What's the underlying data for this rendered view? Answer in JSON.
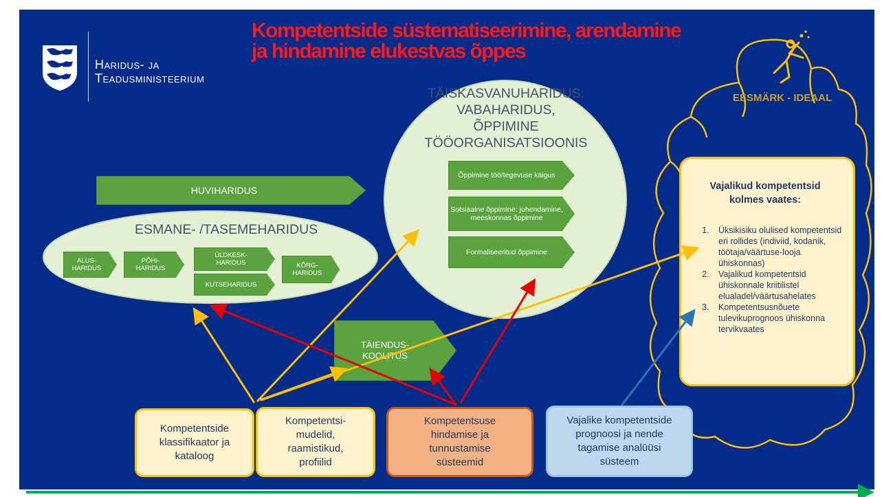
{
  "header": {
    "ministry_line1": "Haridus- ja",
    "ministry_line2": "Teadusministeerium",
    "title_line1": "Kompetentside süstematiseerimine, arendamine",
    "title_line2": "ja hindamine elukestvas õppes"
  },
  "goal": {
    "cloud_label": "EESMÄRK - IDEAAL",
    "heading_line1": "Vajalikud kompetentsid",
    "heading_line2": "kolmes vaates:",
    "items": [
      "Üksikisiku olulised kompetentsid eri rollides (indiviid, kodanik, töötaja/väärtuse-looja ühiskonnas)",
      "Vajalikud kompetentsid ühiskonnale kriitilistel elualadel/väärtusahelates",
      "Kompetentsusnõuete tulevikuprognoos ühiskonna tervikvaates"
    ]
  },
  "adult": {
    "title_lines": [
      "TÄISKASVANUHARIDUS:",
      "VABAHARIDUS,",
      "ÕPPIMINE",
      "TÖÖORGANISATSIOONIS"
    ],
    "chevrons": [
      "Õppimine töö/tegevuse käigus",
      "Sotsiaalne õppimine: juhendamine, meeskonnas õppimine",
      "Formaliseeritud õppimine"
    ]
  },
  "huviharidus": "HUVIHARIDUS",
  "formal": {
    "title": "ESMANE- /TASEMEHARIDUS",
    "alus": "ALUS-\nHARIDUS",
    "pohi": "PÕHI-\nHARIDUS",
    "uldkesk": "ÜLDKESK-\nHARIDUS",
    "kutse": "KUTSEHARIDUS",
    "korg": "KÕRG-\nHARIDUS"
  },
  "taiendus": "TÄIENDUS-\nKOOLITUS",
  "bottom_boxes": {
    "classifier": "Kompetentside klassifikaator ja kataloog",
    "models": "Kompetentsi-mudelid, raamistikud, profiilid",
    "assessment": "Kompetentsuse hindamise ja tunnustamise süsteemid",
    "forecast": "Vajalike kompetentside prognoosi ja nende tagamise analüüsi süsteem"
  },
  "colors": {
    "background": "#032b8a",
    "title": "#ff1a1a",
    "ellipse_fill": "#e3f0d4",
    "chevron_green": "#5aa33e",
    "gold": "#ffc000",
    "arrow_red": "#e80000",
    "arrow_blue": "#2e75b6",
    "timeline_green": "#00b050"
  },
  "icons": {
    "coat_of_arms": "three-lions-shield-icon",
    "goal_figure": "star-reaching-figure-icon"
  }
}
